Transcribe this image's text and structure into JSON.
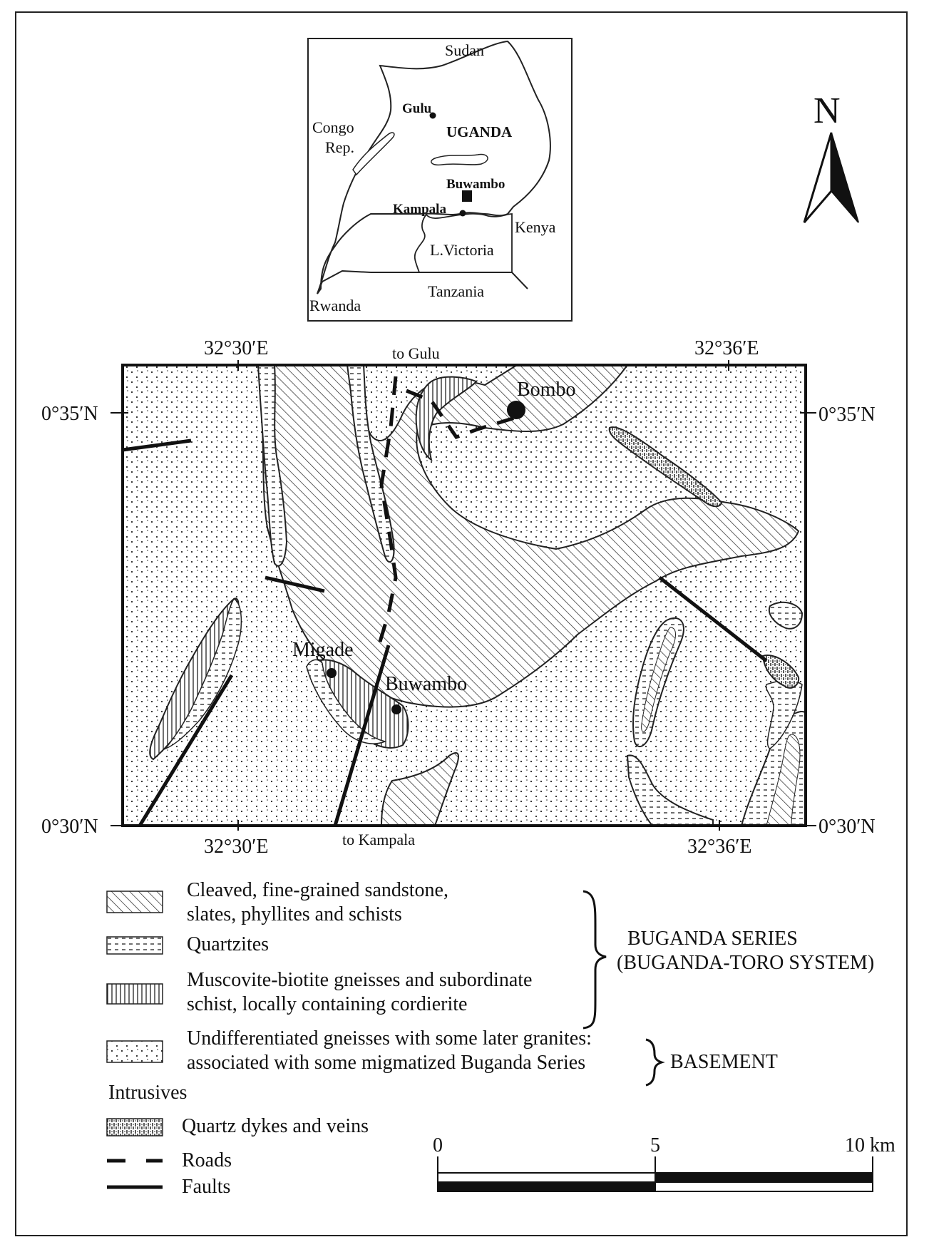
{
  "inset": {
    "country": "UGANDA",
    "neighbors": {
      "north": "Sudan",
      "west": "Congo\nRep.",
      "west_line1": "Congo",
      "west_line2": "Rep.",
      "east": "Kenya",
      "south": "Tanzania",
      "southwest": "Rwanda"
    },
    "cities": {
      "gulu": "Gulu",
      "buwambo": "Buwambo",
      "kampala": "Kampala"
    },
    "lake": "L.Victoria"
  },
  "north_arrow": {
    "label": "N"
  },
  "map": {
    "lon_labels": {
      "top_left": "32°30′E",
      "top_right": "32°36′E",
      "bottom_left": "32°30′E",
      "bottom_right": "32°36′E"
    },
    "lat_labels": {
      "top_left": "0°35′N",
      "top_right": "0°35′N",
      "bottom_left": "0°30′N",
      "bottom_right": "0°30′N"
    },
    "road_labels": {
      "north": "to Gulu",
      "south": "to Kampala"
    },
    "places": {
      "bombo": "Bombo",
      "migade": "Migade",
      "buwambo": "Buwambo"
    }
  },
  "legend": {
    "items": [
      {
        "id": "sandstone",
        "text_line1": "Cleaved, fine-grained sandstone,",
        "text_line2": "slates, phyllites and schists"
      },
      {
        "id": "quartzites",
        "text_line1": "Quartzites"
      },
      {
        "id": "gneisses",
        "text_line1": "Muscovite-biotite gneisses and subordinate",
        "text_line2": "schist, locally containing cordierite"
      },
      {
        "id": "basement",
        "text_line1": "Undifferentiated gneisses with some later granites:",
        "text_line2": "associated with some migmatized Buganda Series"
      }
    ],
    "group_buganda_line1": "BUGANDA SERIES",
    "group_buganda_line2": "(BUGANDA-TORO SYSTEM)",
    "group_basement": "BASEMENT",
    "intrusives_heading": "Intrusives",
    "dykes": "Quartz dykes and veins",
    "roads": "Roads",
    "faults": "Faults"
  },
  "scale_bar": {
    "tick_0": "0",
    "tick_5": "5",
    "tick_10": "10 km"
  }
}
